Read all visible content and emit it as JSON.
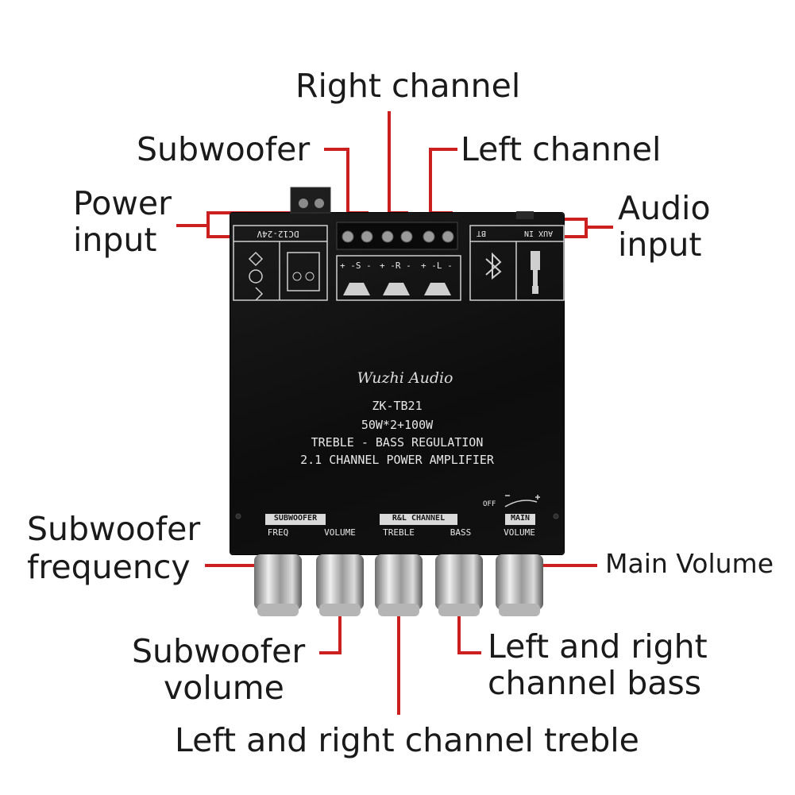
{
  "callouts": {
    "right_channel": "Right channel",
    "subwoofer": "Subwoofer",
    "left_channel": "Left channel",
    "power_input_line1": "Power",
    "power_input_line2": "input",
    "audio_input_line1": "Audio",
    "audio_input_line2": "input",
    "subwoofer_frequency_line1": "Subwoofer",
    "subwoofer_frequency_line2": "frequency",
    "main_volume": "Main Volume",
    "subwoofer_volume_line1": "Subwoofer",
    "subwoofer_volume_line2": "volume",
    "lr_bass_line1": "Left and right",
    "lr_bass_line2": "channel bass",
    "lr_treble": "Left and right channel treble"
  },
  "board": {
    "power_label": "DC12-24V",
    "speaker_s": "+ -S -",
    "speaker_r": "+ -R -",
    "speaker_l": "+ -L -",
    "bt_label": "BT",
    "aux_label": "AUX IN",
    "brand": "Wuzhi Audio",
    "model": "ZK-TB21",
    "power_rating": "50W*2+100W",
    "feature": "TREBLE - BASS REGULATION",
    "description": "2.1 CHANNEL POWER AMPLIFIER",
    "group_subwoofer": "SUBWOOFER",
    "group_rl": "R&L CHANNEL",
    "group_main": "MAIN",
    "knob_freq": "FREQ",
    "knob_volume": "VOLUME",
    "knob_treble": "TREBLE",
    "knob_bass": "BASS",
    "knob_main_volume": "VOLUME",
    "off_label": "OFF"
  },
  "colors": {
    "leader": "#cc1f1f",
    "board": "#111111",
    "silkscreen": "#e8e8e8",
    "knob": "#c9c9c9"
  }
}
